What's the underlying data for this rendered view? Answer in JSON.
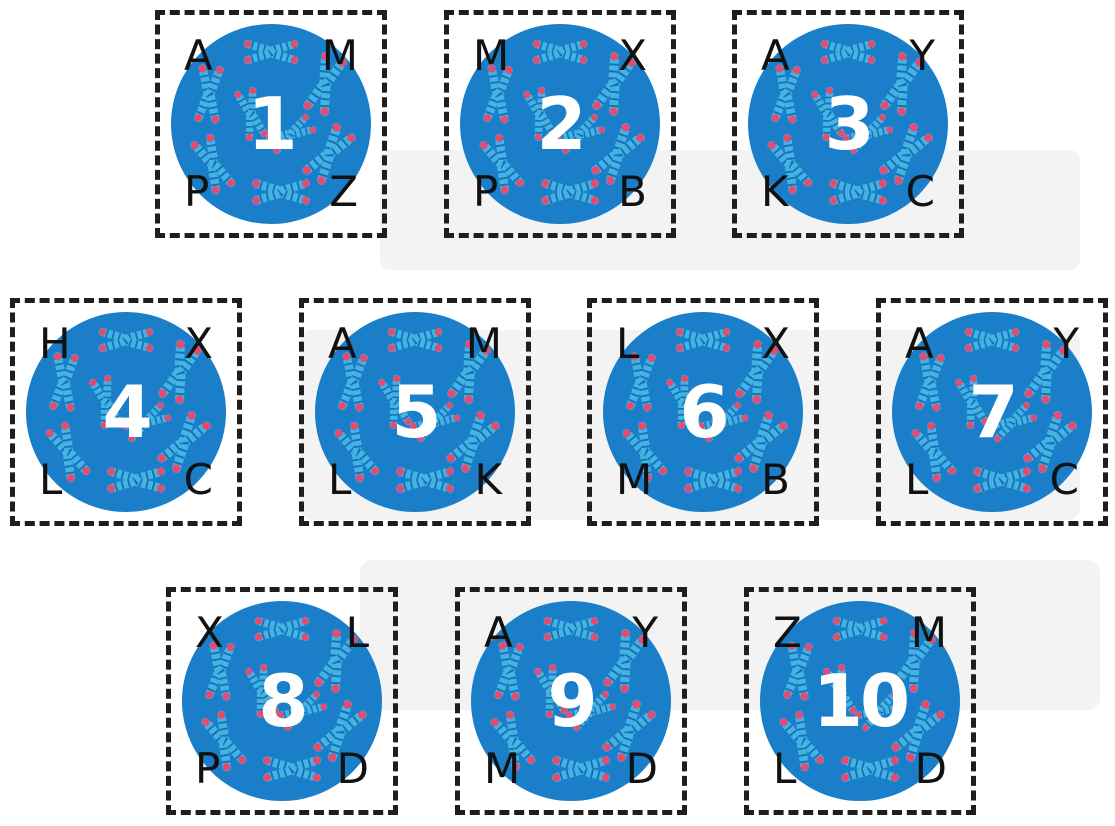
{
  "colors": {
    "circle": "#1a7fc8",
    "chromosome": "#41b4e6",
    "tip": "#e84a6e",
    "border": "#1e1e1e"
  },
  "icon": "chromosome-icon",
  "cards": [
    {
      "number": "1",
      "letters": {
        "tl": "A",
        "tr": "M",
        "bl": "P",
        "br": "Z"
      }
    },
    {
      "number": "2",
      "letters": {
        "tl": "M",
        "tr": "X",
        "bl": "P",
        "br": "B"
      }
    },
    {
      "number": "3",
      "letters": {
        "tl": "A",
        "tr": "Y",
        "bl": "K",
        "br": "C"
      }
    },
    {
      "number": "4",
      "letters": {
        "tl": "H",
        "tr": "X",
        "bl": "L",
        "br": "C"
      }
    },
    {
      "number": "5",
      "letters": {
        "tl": "A",
        "tr": "M",
        "bl": "L",
        "br": "K"
      }
    },
    {
      "number": "6",
      "letters": {
        "tl": "L",
        "tr": "X",
        "bl": "M",
        "br": "B"
      }
    },
    {
      "number": "7",
      "letters": {
        "tl": "A",
        "tr": "Y",
        "bl": "L",
        "br": "C"
      }
    },
    {
      "number": "8",
      "letters": {
        "tl": "X",
        "tr": "L",
        "bl": "P",
        "br": "D"
      }
    },
    {
      "number": "9",
      "letters": {
        "tl": "A",
        "tr": "Y",
        "bl": "M",
        "br": "D"
      }
    },
    {
      "number": "10",
      "letters": {
        "tl": "Z",
        "tr": "M",
        "bl": "L",
        "br": "D"
      }
    }
  ]
}
